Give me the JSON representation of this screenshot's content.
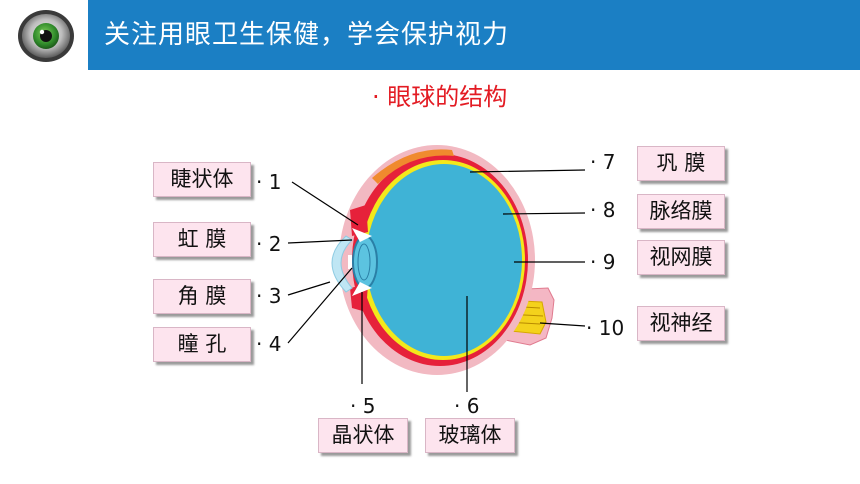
{
  "header": {
    "title": "关注用眼卫生保健，学会保护视力"
  },
  "subtitle": "· 眼球的结构",
  "labels": {
    "l1": "睫状体",
    "l2": "虹  膜",
    "l3": "角  膜",
    "l4": "瞳  孔",
    "l5": "晶状体",
    "l6": "玻璃体",
    "l7": "巩  膜",
    "l8": "脉络膜",
    "l9": "视网膜",
    "l10": "视神经"
  },
  "numbers": {
    "n1": "· 1",
    "n2": "· 2",
    "n3": "· 3",
    "n4": "· 4",
    "n5": "· 5",
    "n6": "· 6",
    "n7": "· 7",
    "n8": "· 8",
    "n9": "· 9",
    "n10": "· 10"
  },
  "colors": {
    "header_bar": "#1b7fc4",
    "subtitle": "#e31b23",
    "label_bg": "#fde4ee",
    "vitreous": "#3fb3d6",
    "choroid": "#e6213a",
    "retina": "#f3e81b",
    "sclera": "#f2b9c2"
  }
}
